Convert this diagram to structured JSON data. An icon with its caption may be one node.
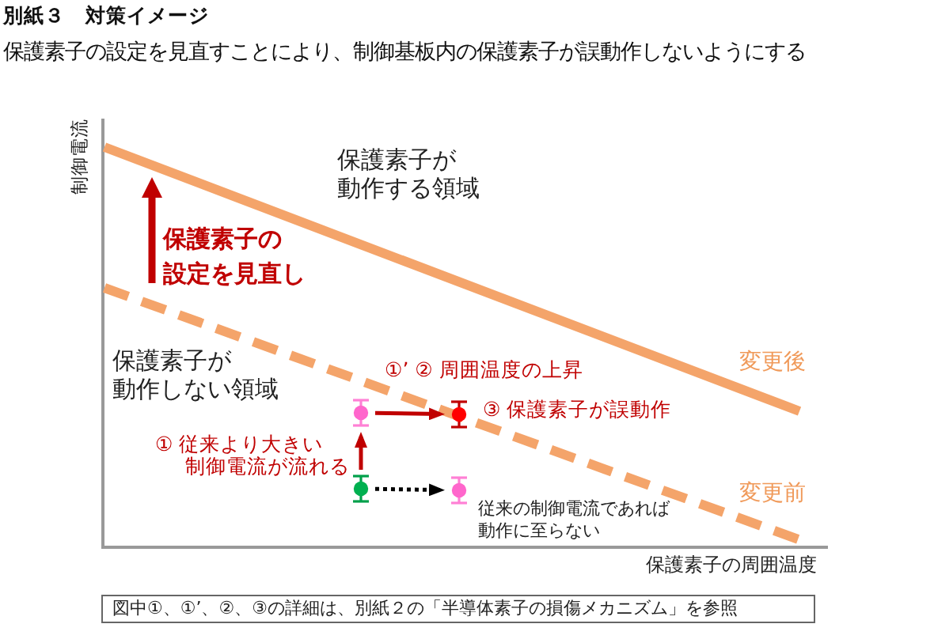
{
  "diagram": {
    "title": "別紙３　対策イメージ",
    "nodes": [
      {
        "text": [],
        "shape": "circle"
      },
      {
        "text": [],
        "shape": "circle",
        "beside": [
          "③ 保護素子が誤動作"
        ]
      },
      {
        "text": [],
        "shape": "circle"
      },
      {
        "text": [],
        "shape": "circle",
        "beside": [
          "従来の制御電流であれば動作に至らない"
        ]
      },
      {
        "text": [
          "図中①、①’、②、③の詳細は、別紙２の「半導体素子の損傷メカニズム」を参照"
        ]
      }
    ],
    "edges": [
      {
        "from": 0,
        "to": 1,
        "arrow": "to",
        "label": "①’ ② 周囲温度の上昇"
      },
      {
        "from": 2,
        "to": 0,
        "arrow": "to",
        "label": "① 従来より大きい制御電流が流れる"
      },
      {
        "from": 2,
        "to": 3,
        "arrow": "to",
        "style": "dashed",
        "color": "#000000"
      }
    ],
    "labels": [
      "保護素子の設定を見直すことにより、制御基板内の保護素子が誤動作しないようにする",
      "制御電流",
      "保護素子が動作する領域",
      "保護素子の設定を見直し",
      "保護素子が動作しない領域",
      "変更後",
      "変更前",
      "保護素子の周囲温度"
    ]
  }
}
